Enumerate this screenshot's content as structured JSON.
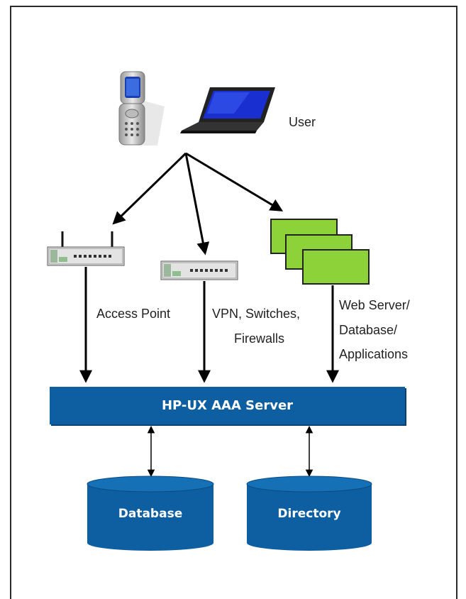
{
  "labels": {
    "user": "User",
    "access_point": "Access Point",
    "vpn_line1": "VPN, Switches,",
    "vpn_line2": "Firewalls",
    "web_line1": "Web Server/",
    "web_line2": "Database/",
    "web_line3": "Applications"
  },
  "server": {
    "title": "HP-UX AAA Server"
  },
  "stores": {
    "database": "Database",
    "directory": "Directory"
  },
  "icons": [
    "mobile-phone-icon",
    "laptop-icon",
    "wireless-access-point-icon",
    "network-switch-icon",
    "server-windows-icon",
    "database-cylinder-icon",
    "directory-cylinder-icon"
  ],
  "colors": {
    "server_blue": "#0d5fa2",
    "green_window": "#8ed23a",
    "text": "#222222"
  }
}
